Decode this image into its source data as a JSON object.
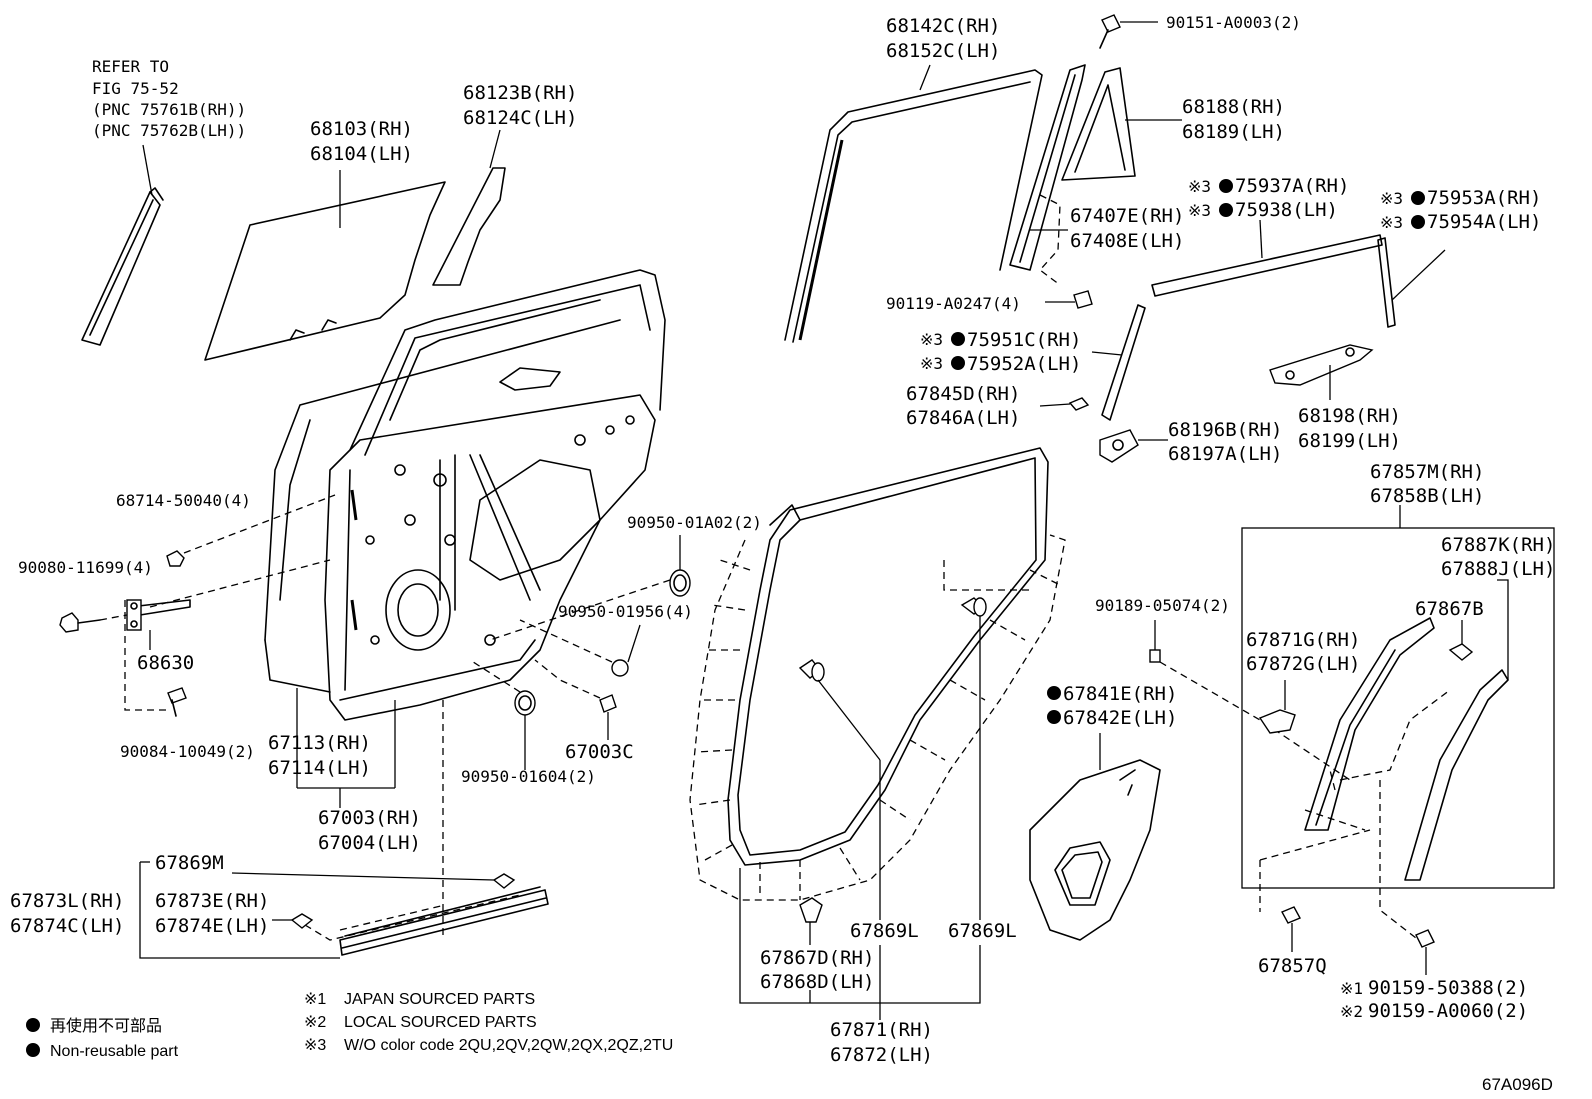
{
  "refer_note": {
    "line1": "REFER TO",
    "line2": "FIG 75-52",
    "line3": "(PNC 75761B(RH))",
    "line4": "(PNC 75762B(LH))"
  },
  "labels": {
    "p68103": "68103(RH)",
    "p68104": "68104(LH)",
    "p68123b": "68123B(RH)",
    "p68124c": "68124C(LH)",
    "p68714": "68714-50040(4)",
    "p90080": "90080-11699(4)",
    "p68630": "68630",
    "p90084": "90084-10049(2)",
    "p67113": "67113(RH)",
    "p67114": "67114(LH)",
    "p67003": "67003(RH)",
    "p67004": "67004(LH)",
    "p90950_01a02": "90950-01A02(2)",
    "p90950_01956": "90950-01956(4)",
    "p90950_01604": "90950-01604(2)",
    "p67003c": "67003C",
    "p67869m": "67869M",
    "p67873l": "67873L(RH)",
    "p67874c": "67874C(LH)",
    "p67873e": "67873E(RH)",
    "p67874e": "67874E(LH)",
    "p68142c": "68142C(RH)",
    "p68152c": "68152C(LH)",
    "p90151": "90151-A0003(2)",
    "p68188": "68188(RH)",
    "p68189": "68189(LH)",
    "p67407e": "67407E(RH)",
    "p67408e": "67408E(LH)",
    "p90119": "90119-A0247(4)",
    "p75937a_mark": "※3",
    "p75937a": "75937A(RH)",
    "p75938_mark": "※3",
    "p75938": "75938(LH)",
    "p75953a_mark": "※3",
    "p75953a": "75953A(RH)",
    "p75954a_mark": "※3",
    "p75954a": "75954A(LH)",
    "p75951c_mark": "※3",
    "p75951c": "75951C(RH)",
    "p75952a_mark": "※3",
    "p75952a": "75952A(LH)",
    "p67845d": "67845D(RH)",
    "p67846a": "67846A(LH)",
    "p68196b": "68196B(RH)",
    "p68197a": "68197A(LH)",
    "p68198": "68198(RH)",
    "p68199": "68199(LH)",
    "p67857m": "67857M(RH)",
    "p67858b": "67858B(LH)",
    "p67887k": "67887K(RH)",
    "p67888j": "67888J(LH)",
    "p67867b": "67867B",
    "p90189": "90189-05074(2)",
    "p67871g": "67871G(RH)",
    "p67872g": "67872G(LH)",
    "p67841e": "67841E(RH)",
    "p67842e": "67842E(LH)",
    "p67869l_a": "67869L",
    "p67869l_b": "67869L",
    "p67867d": "67867D(RH)",
    "p67868d": "67868D(LH)",
    "p67871": "67871(RH)",
    "p67872": "67872(LH)",
    "p67857q": "67857Q",
    "p90159_50388_mark": "※1",
    "p90159_50388": "90159-50388(2)",
    "p90159_a0060_mark": "※2",
    "p90159_a0060": "90159-A0060(2)"
  },
  "notes": {
    "n1_mark": "※1",
    "n1": "JAPAN SOURCED PARTS",
    "n2_mark": "※2",
    "n2": "LOCAL SOURCED PARTS",
    "n3_mark": "※3",
    "n3": "W/O color code 2QU,2QV,2QW,2QX,2QZ,2TU"
  },
  "legend": {
    "jp": "再使用不可部品",
    "en": "Non-reusable part"
  },
  "figure_id": "67A096D"
}
